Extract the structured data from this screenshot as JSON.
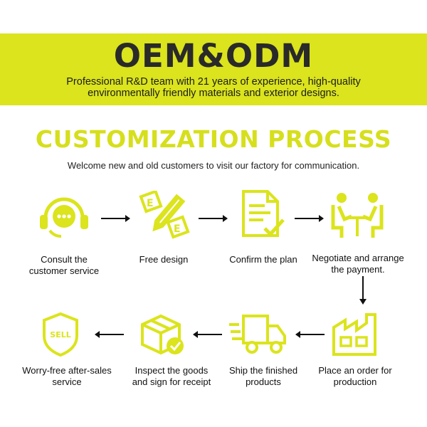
{
  "banner": {
    "title": "OEM&ODM",
    "subtitle_line1": "Professional R&D team with 21 years of experience, high-quality",
    "subtitle_line2": "environmentally friendly materials and exterior designs."
  },
  "process": {
    "title": "CUSTOMIZATION PROCESS",
    "subtitle": "Welcome new and old customers to visit our factory for communication.",
    "accent_color": "#dbe41c",
    "steps": [
      {
        "line1": "Consult the",
        "line2": "customer service",
        "icon": "headset-chat-icon"
      },
      {
        "line1": "Free design",
        "line2": "",
        "icon": "pencil-ruler-icon"
      },
      {
        "line1": "Confirm the plan",
        "line2": "",
        "icon": "document-check-icon"
      },
      {
        "line1": "Negotiate and arrange",
        "line2": "the payment.",
        "icon": "meeting-table-icon"
      },
      {
        "line1": "Place an order for",
        "line2": "production",
        "icon": "factory-icon"
      },
      {
        "line1": "Ship the finished",
        "line2": "products",
        "icon": "delivery-truck-icon"
      },
      {
        "line1": "Inspect the goods",
        "line2": "and sign for receipt",
        "icon": "box-check-icon"
      },
      {
        "line1": "Worry-free after-sales",
        "line2": "service",
        "icon": "sell-shield-icon"
      }
    ],
    "sell_badge_text": "SELL"
  }
}
